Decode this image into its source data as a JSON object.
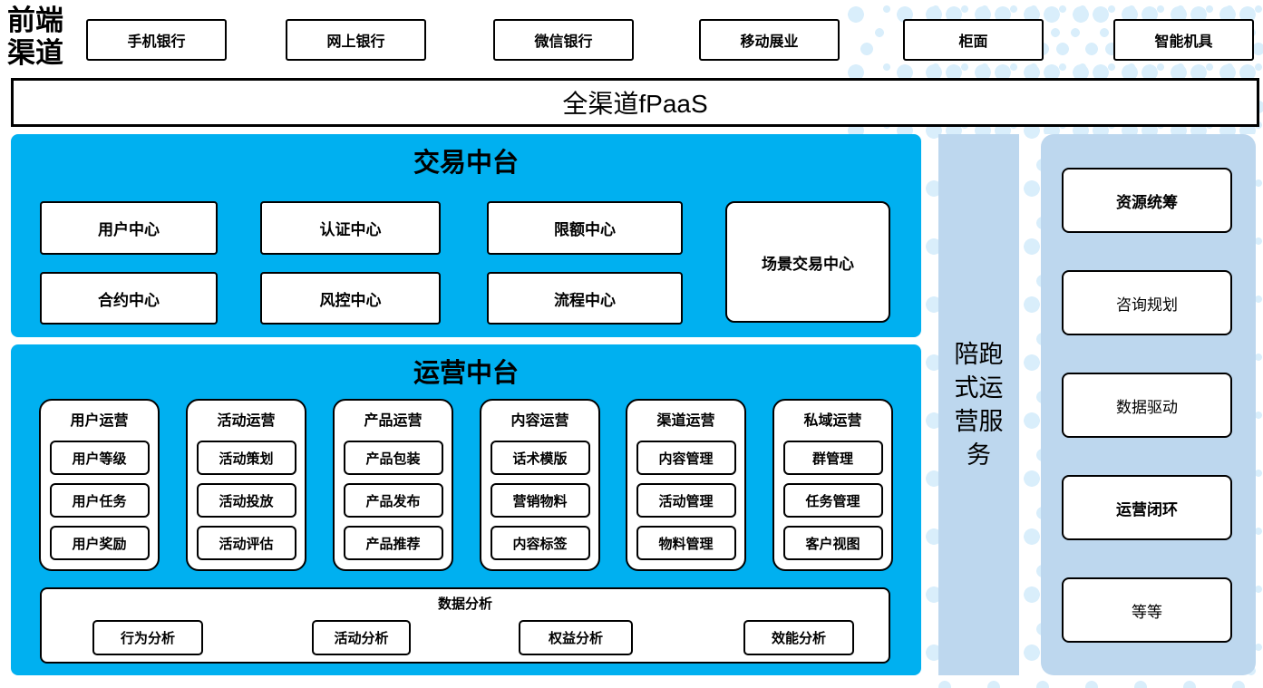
{
  "front_channels": {
    "label": "前端\n渠道",
    "items": [
      "手机银行",
      "网上银行",
      "微信银行",
      "移动展业",
      "柜面",
      "智能机具"
    ]
  },
  "fpaas": {
    "label": "全渠道fPaaS"
  },
  "transaction": {
    "title": "交易中台",
    "row1": [
      "用户中心",
      "认证中心",
      "限额中心"
    ],
    "row2": [
      "合约中心",
      "风控中心",
      "流程中心"
    ],
    "scene": "场景交易中心"
  },
  "operation": {
    "title": "运营中台",
    "groups": [
      {
        "title": "用户运营",
        "items": [
          "用户等级",
          "用户任务",
          "用户奖励"
        ]
      },
      {
        "title": "活动运营",
        "items": [
          "活动策划",
          "活动投放",
          "活动评估"
        ]
      },
      {
        "title": "产品运营",
        "items": [
          "产品包装",
          "产品发布",
          "产品推荐"
        ]
      },
      {
        "title": "内容运营",
        "items": [
          "话术模版",
          "营销物料",
          "内容标签"
        ]
      },
      {
        "title": "渠道运营",
        "items": [
          "内容管理",
          "活动管理",
          "物料管理"
        ]
      },
      {
        "title": "私域运营",
        "items": [
          "群管理",
          "任务管理",
          "客户视图"
        ]
      }
    ],
    "analysis": {
      "title": "数据分析",
      "items": [
        "行为分析",
        "活动分析",
        "权益分析",
        "效能分析"
      ]
    }
  },
  "service_bar": {
    "label": "陪跑式运营服务"
  },
  "right_panel": {
    "items": [
      {
        "label": "资源统筹"
      },
      {
        "label": "咨询规划"
      },
      {
        "label": "数据驱动"
      },
      {
        "label": "运营闭环"
      },
      {
        "label": "等等"
      }
    ]
  },
  "colors": {
    "accent_blue": "#00B0F0",
    "light_blue": "#BDD7EE",
    "dot_blue": "#D9EEFB"
  }
}
